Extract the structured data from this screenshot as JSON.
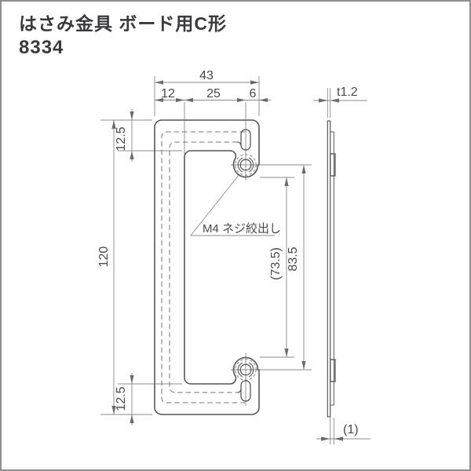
{
  "header": {
    "product_name": "はさみ金具 ボード用C形",
    "product_code": "8334"
  },
  "drawing": {
    "front_view": {
      "dim_total_width": "43",
      "dim_left_bar_width": "12",
      "dim_edge_to_hole": "25",
      "dim_hole_to_edge": "6",
      "dim_top_flange": "12.5",
      "dim_total_height": "120",
      "dim_bottom_flange": "12.5",
      "dim_hole_pitch": "83.5",
      "dim_inner_clearance": "(73.5)",
      "hole_note": "M4 ネジ絞出し"
    },
    "side_view": {
      "dim_thickness": "t1.2",
      "dim_protrusion": "(1)"
    }
  },
  "colors": {
    "outline": "#57575a",
    "dashed": "#767678",
    "dimension_line": "#8b8b8b",
    "arrow": "#6b6b6b",
    "text": "#4a4a4c",
    "title_text": "#3a3a3e",
    "frame_border": "#8f8f8f",
    "background": "#ffffff"
  }
}
